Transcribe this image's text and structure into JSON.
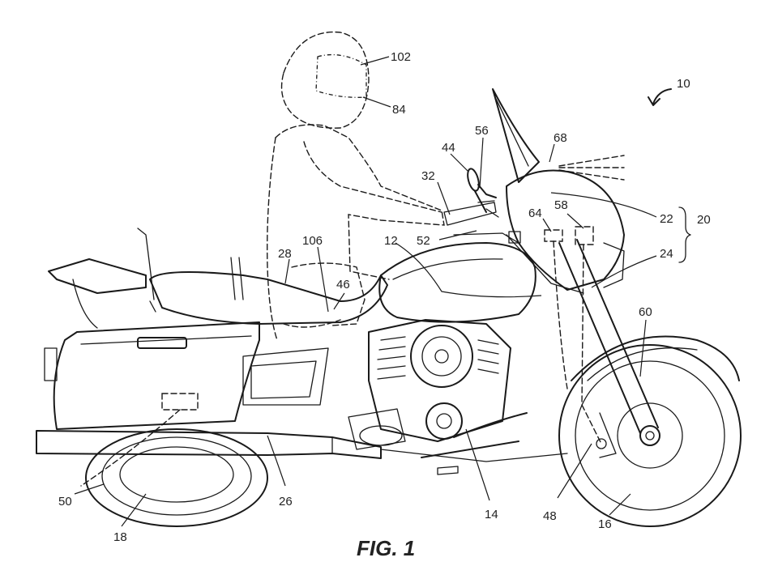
{
  "figure": {
    "caption": "FIG. 1",
    "reference_numerals": [
      "10",
      "102",
      "84",
      "56",
      "44",
      "68",
      "32",
      "22",
      "20",
      "58",
      "64",
      "52",
      "12",
      "106",
      "28",
      "24",
      "46",
      "60",
      "50",
      "26",
      "18",
      "14",
      "48",
      "16"
    ]
  }
}
